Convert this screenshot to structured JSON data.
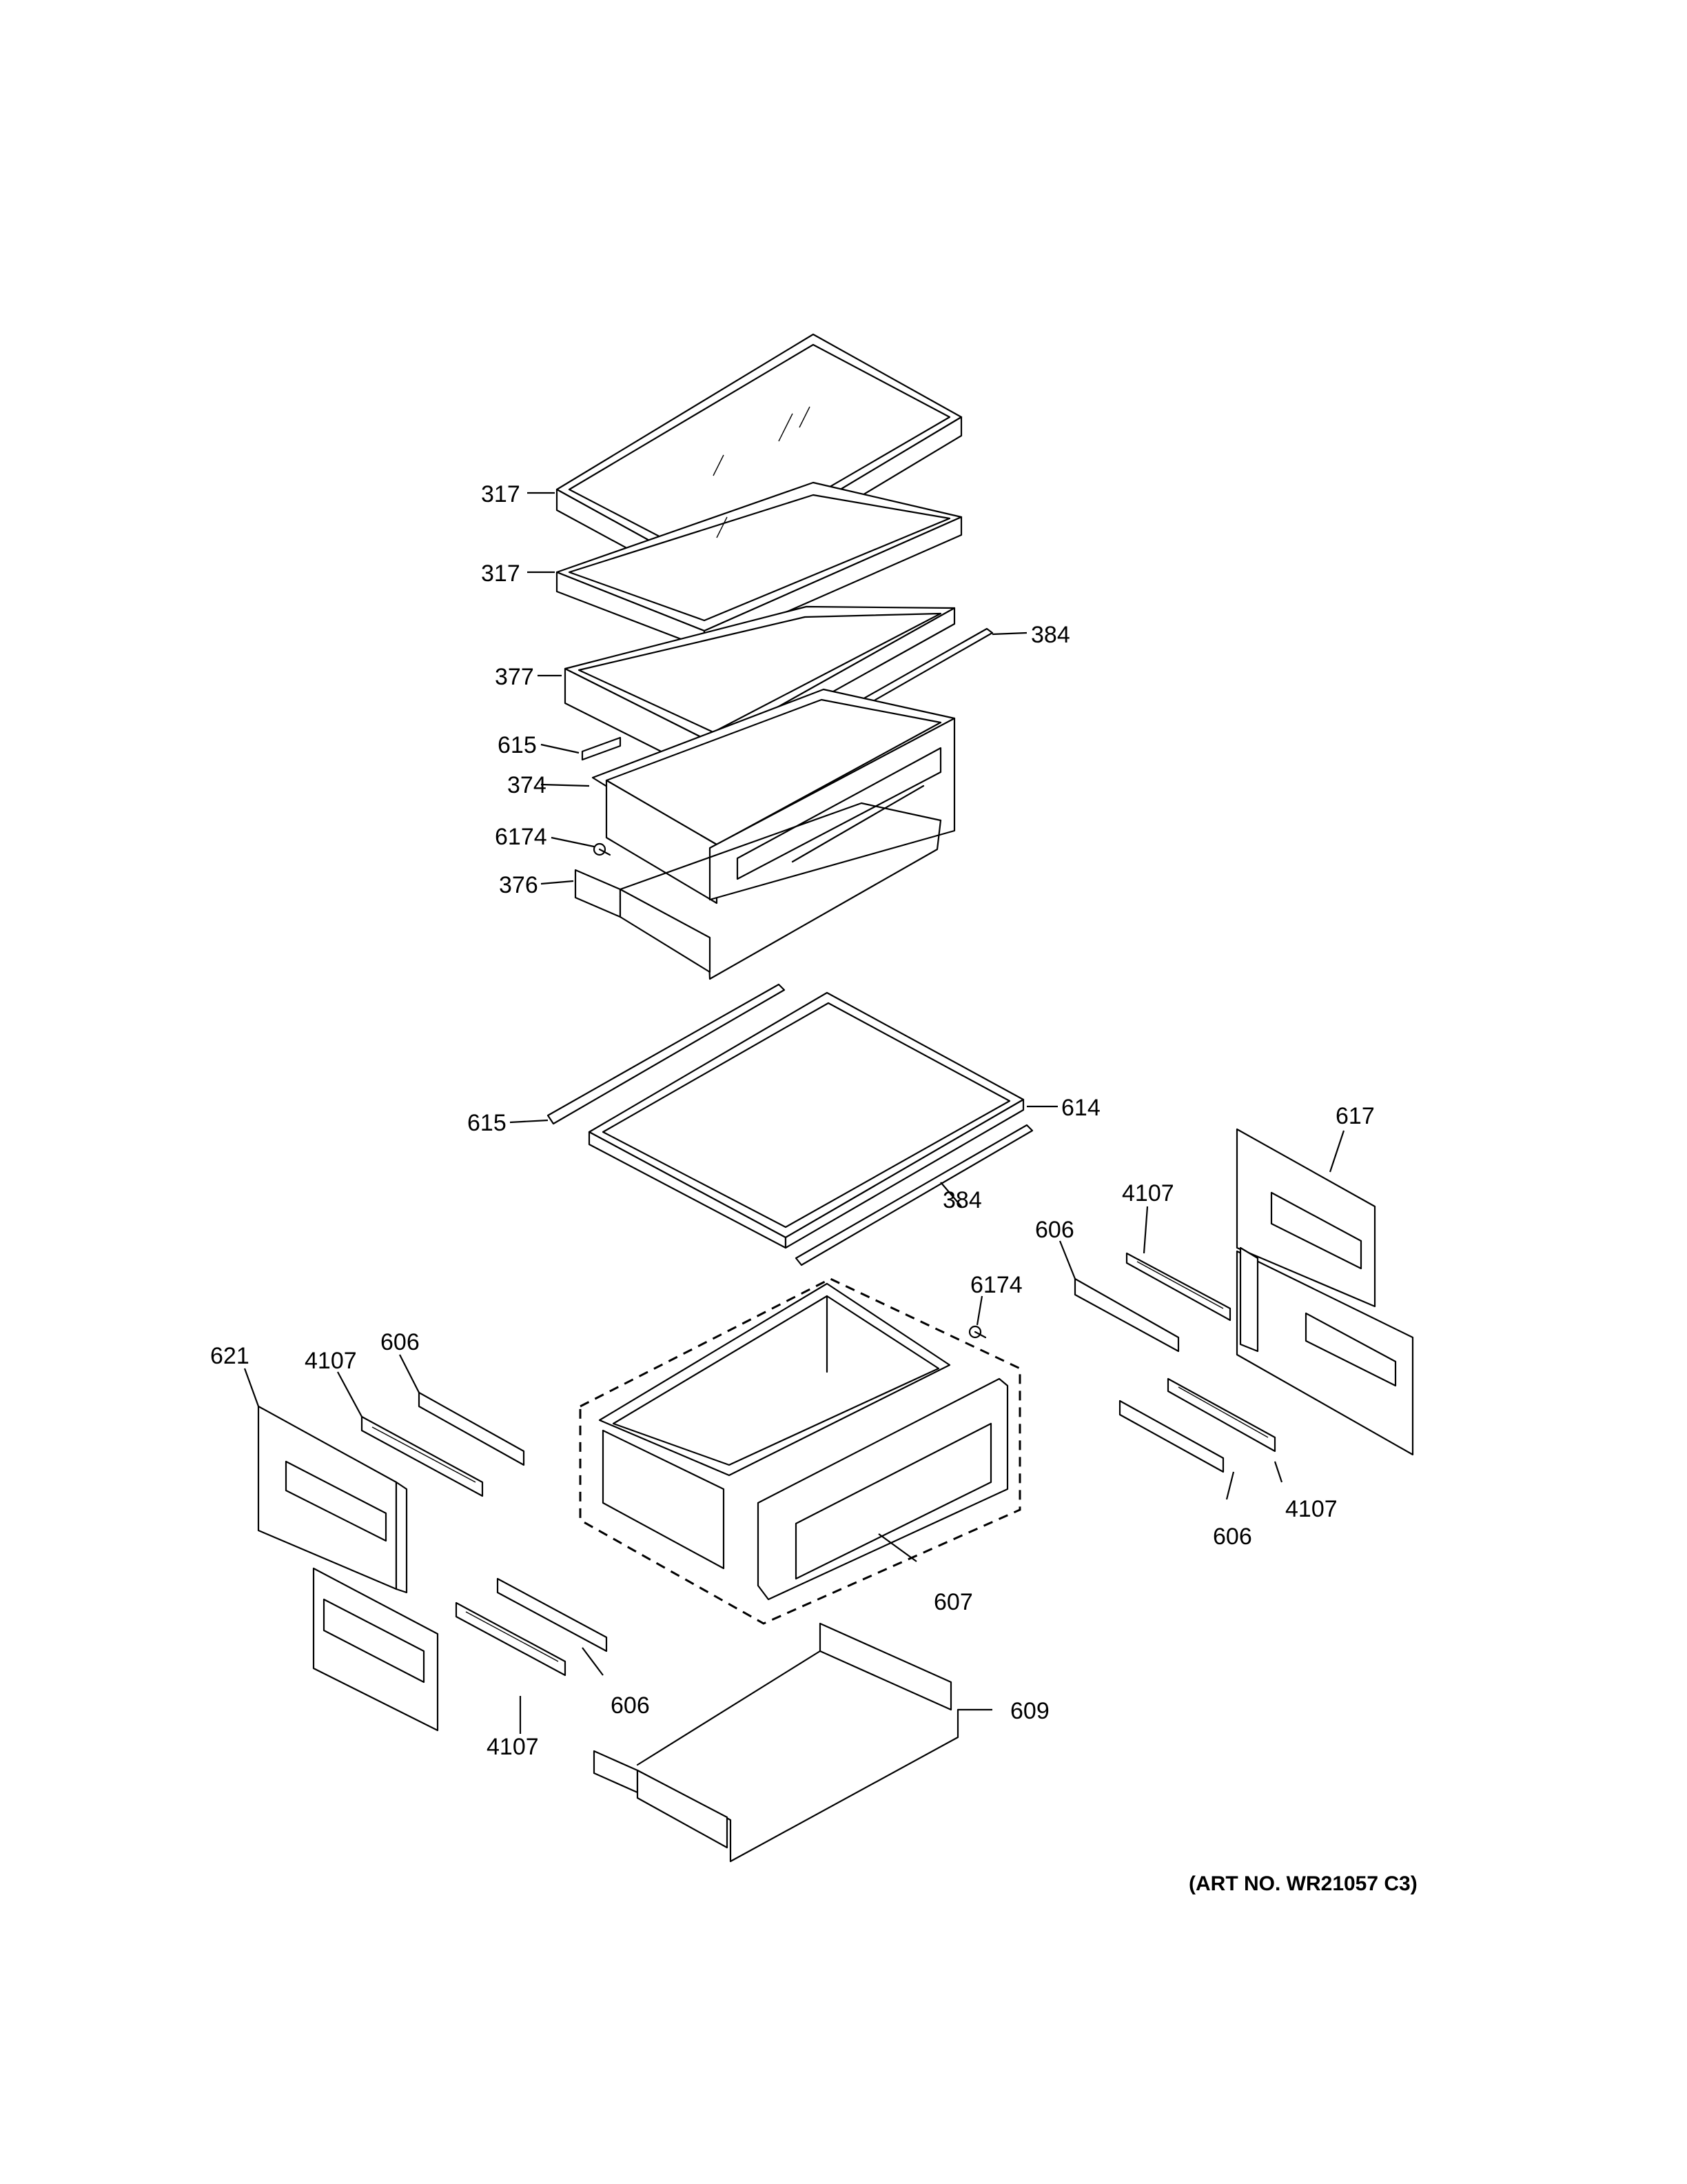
{
  "art_number": "(ART NO. WR21057 C3)",
  "callouts": [
    {
      "id": "317a",
      "text": "317"
    },
    {
      "id": "317b",
      "text": "317"
    },
    {
      "id": "384a",
      "text": "384"
    },
    {
      "id": "377",
      "text": "377"
    },
    {
      "id": "615a",
      "text": "615"
    },
    {
      "id": "374",
      "text": "374"
    },
    {
      "id": "6174a",
      "text": "6174"
    },
    {
      "id": "376",
      "text": "376"
    },
    {
      "id": "615b",
      "text": "615"
    },
    {
      "id": "614",
      "text": "614"
    },
    {
      "id": "384b",
      "text": "384"
    },
    {
      "id": "617",
      "text": "617"
    },
    {
      "id": "4107a",
      "text": "4107"
    },
    {
      "id": "606a",
      "text": "606"
    },
    {
      "id": "6174b",
      "text": "6174"
    },
    {
      "id": "621",
      "text": "621"
    },
    {
      "id": "4107b",
      "text": "4107"
    },
    {
      "id": "606b",
      "text": "606"
    },
    {
      "id": "4107c",
      "text": "4107"
    },
    {
      "id": "606c",
      "text": "606"
    },
    {
      "id": "607",
      "text": "607"
    },
    {
      "id": "606d",
      "text": "606"
    },
    {
      "id": "4107d",
      "text": "4107"
    },
    {
      "id": "609",
      "text": "609"
    }
  ]
}
